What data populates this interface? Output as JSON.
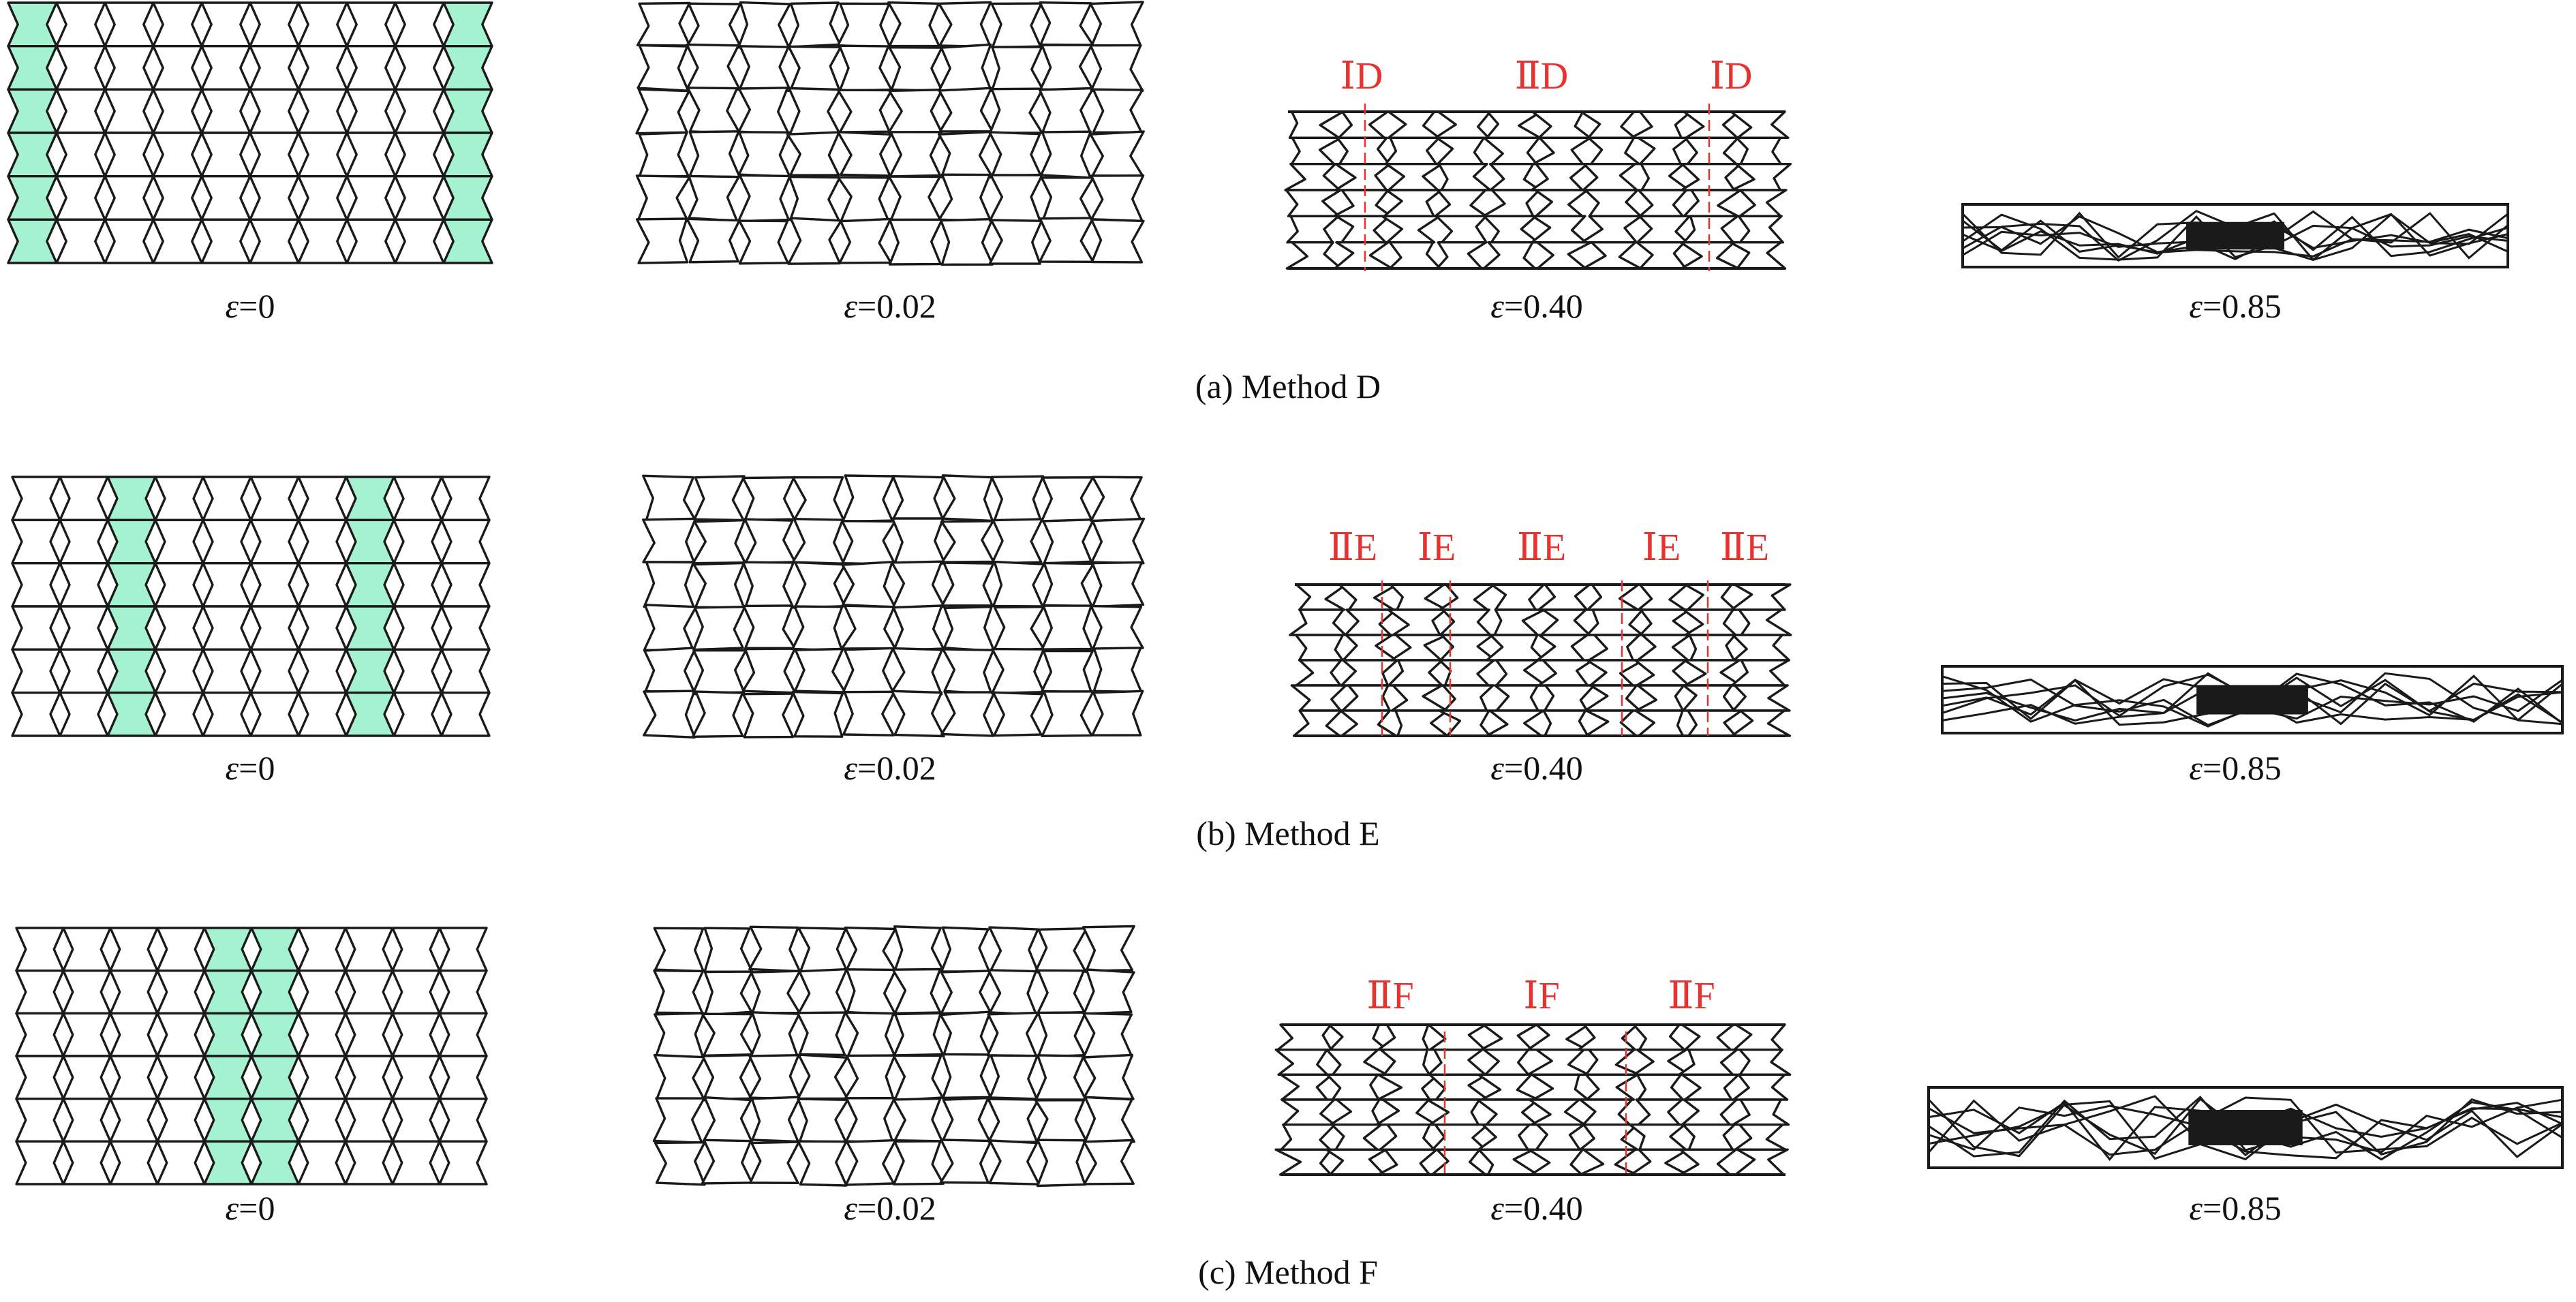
{
  "rows": [
    {
      "caption": "(a) Method D",
      "highlight_columns": [
        0,
        9
      ],
      "strains": [
        {
          "eps": "ε",
          "value": "=0"
        },
        {
          "eps": "ε",
          "value": "=0.02"
        },
        {
          "eps": "ε",
          "value": "=0.40"
        },
        {
          "eps": "ε",
          "value": "=0.85"
        }
      ],
      "zone_labels": [
        {
          "text": "ⅠD",
          "dashed_line": true
        },
        {
          "text": "ⅡD",
          "dashed_line": false
        },
        {
          "text": "ⅠD",
          "dashed_line": true
        }
      ]
    },
    {
      "caption": "(b) Method E",
      "highlight_columns": [
        2,
        7
      ],
      "strains": [
        {
          "eps": "ε",
          "value": "=0"
        },
        {
          "eps": "ε",
          "value": "=0.02"
        },
        {
          "eps": "ε",
          "value": "=0.40"
        },
        {
          "eps": "ε",
          "value": "=0.85"
        }
      ],
      "zone_labels": [
        {
          "text": "ⅡE",
          "dashed_line": false
        },
        {
          "text": "ⅠE",
          "dashed_line": true
        },
        {
          "text": "ⅡE",
          "dashed_line": false
        },
        {
          "text": "ⅠE",
          "dashed_line": true
        },
        {
          "text": "ⅡE",
          "dashed_line": true
        }
      ]
    },
    {
      "caption": "(c) Method F",
      "highlight_columns": [
        4,
        5
      ],
      "strains": [
        {
          "eps": "ε",
          "value": "=0"
        },
        {
          "eps": "ε",
          "value": "=0.02"
        },
        {
          "eps": "ε",
          "value": "=0.40"
        },
        {
          "eps": "ε",
          "value": "=0.85"
        }
      ],
      "zone_labels": [
        {
          "text": "ⅡF",
          "dashed_line": false
        },
        {
          "text": "ⅠF",
          "dashed_line": true
        },
        {
          "text": "ⅡF",
          "dashed_line": true
        }
      ]
    }
  ],
  "colors": {
    "highlight_fill": "#a4f2cf",
    "zone_label": "#e8322f",
    "structure_line": "#1a1a1a"
  }
}
